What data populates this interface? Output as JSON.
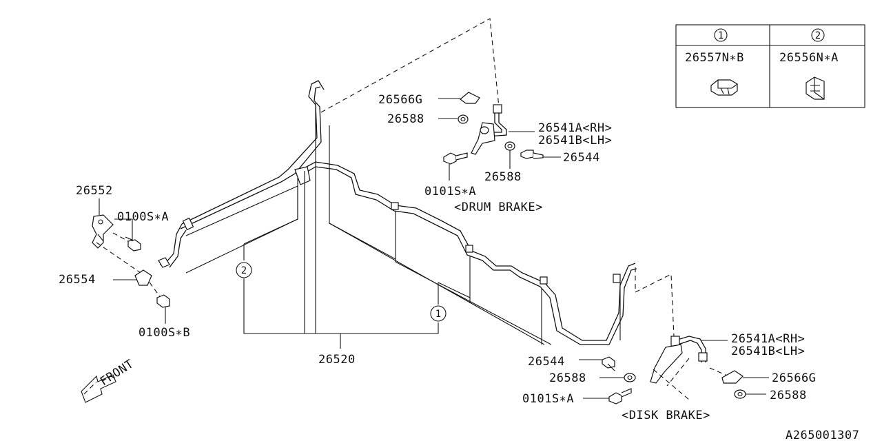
{
  "labels": {
    "p26566g_top": "26566G",
    "p26588_top": "26588",
    "p26541a_top": "26541A<RH>",
    "p26541b_top": "26541B<LH>",
    "p26544_top": "26544",
    "p26588_mid": "26588",
    "p0101sa_top": "0101S∗A",
    "drum_brake": "<DRUM BRAKE>",
    "p26552": "26552",
    "p0100sa": "0100S∗A",
    "p26554": "26554",
    "p0100sb": "0100S∗B",
    "p26520": "26520",
    "p26544_bot": "26544",
    "p26588_bot": "26588",
    "p0101sa_bot": "0101S∗A",
    "p26541a_bot": "26541A<RH>",
    "p26541b_bot": "26541B<LH>",
    "p26566g_bot": "26566G",
    "p26588_bot2": "26588",
    "disk_brake": "<DISK BRAKE>",
    "front": "FRONT",
    "diagram_id": "A265001307",
    "callout_1": "1",
    "callout_2": "2"
  },
  "legend_table": {
    "col1_index": "1",
    "col2_index": "2",
    "col1_part": "26557N∗B",
    "col2_part": "26556N∗A"
  }
}
